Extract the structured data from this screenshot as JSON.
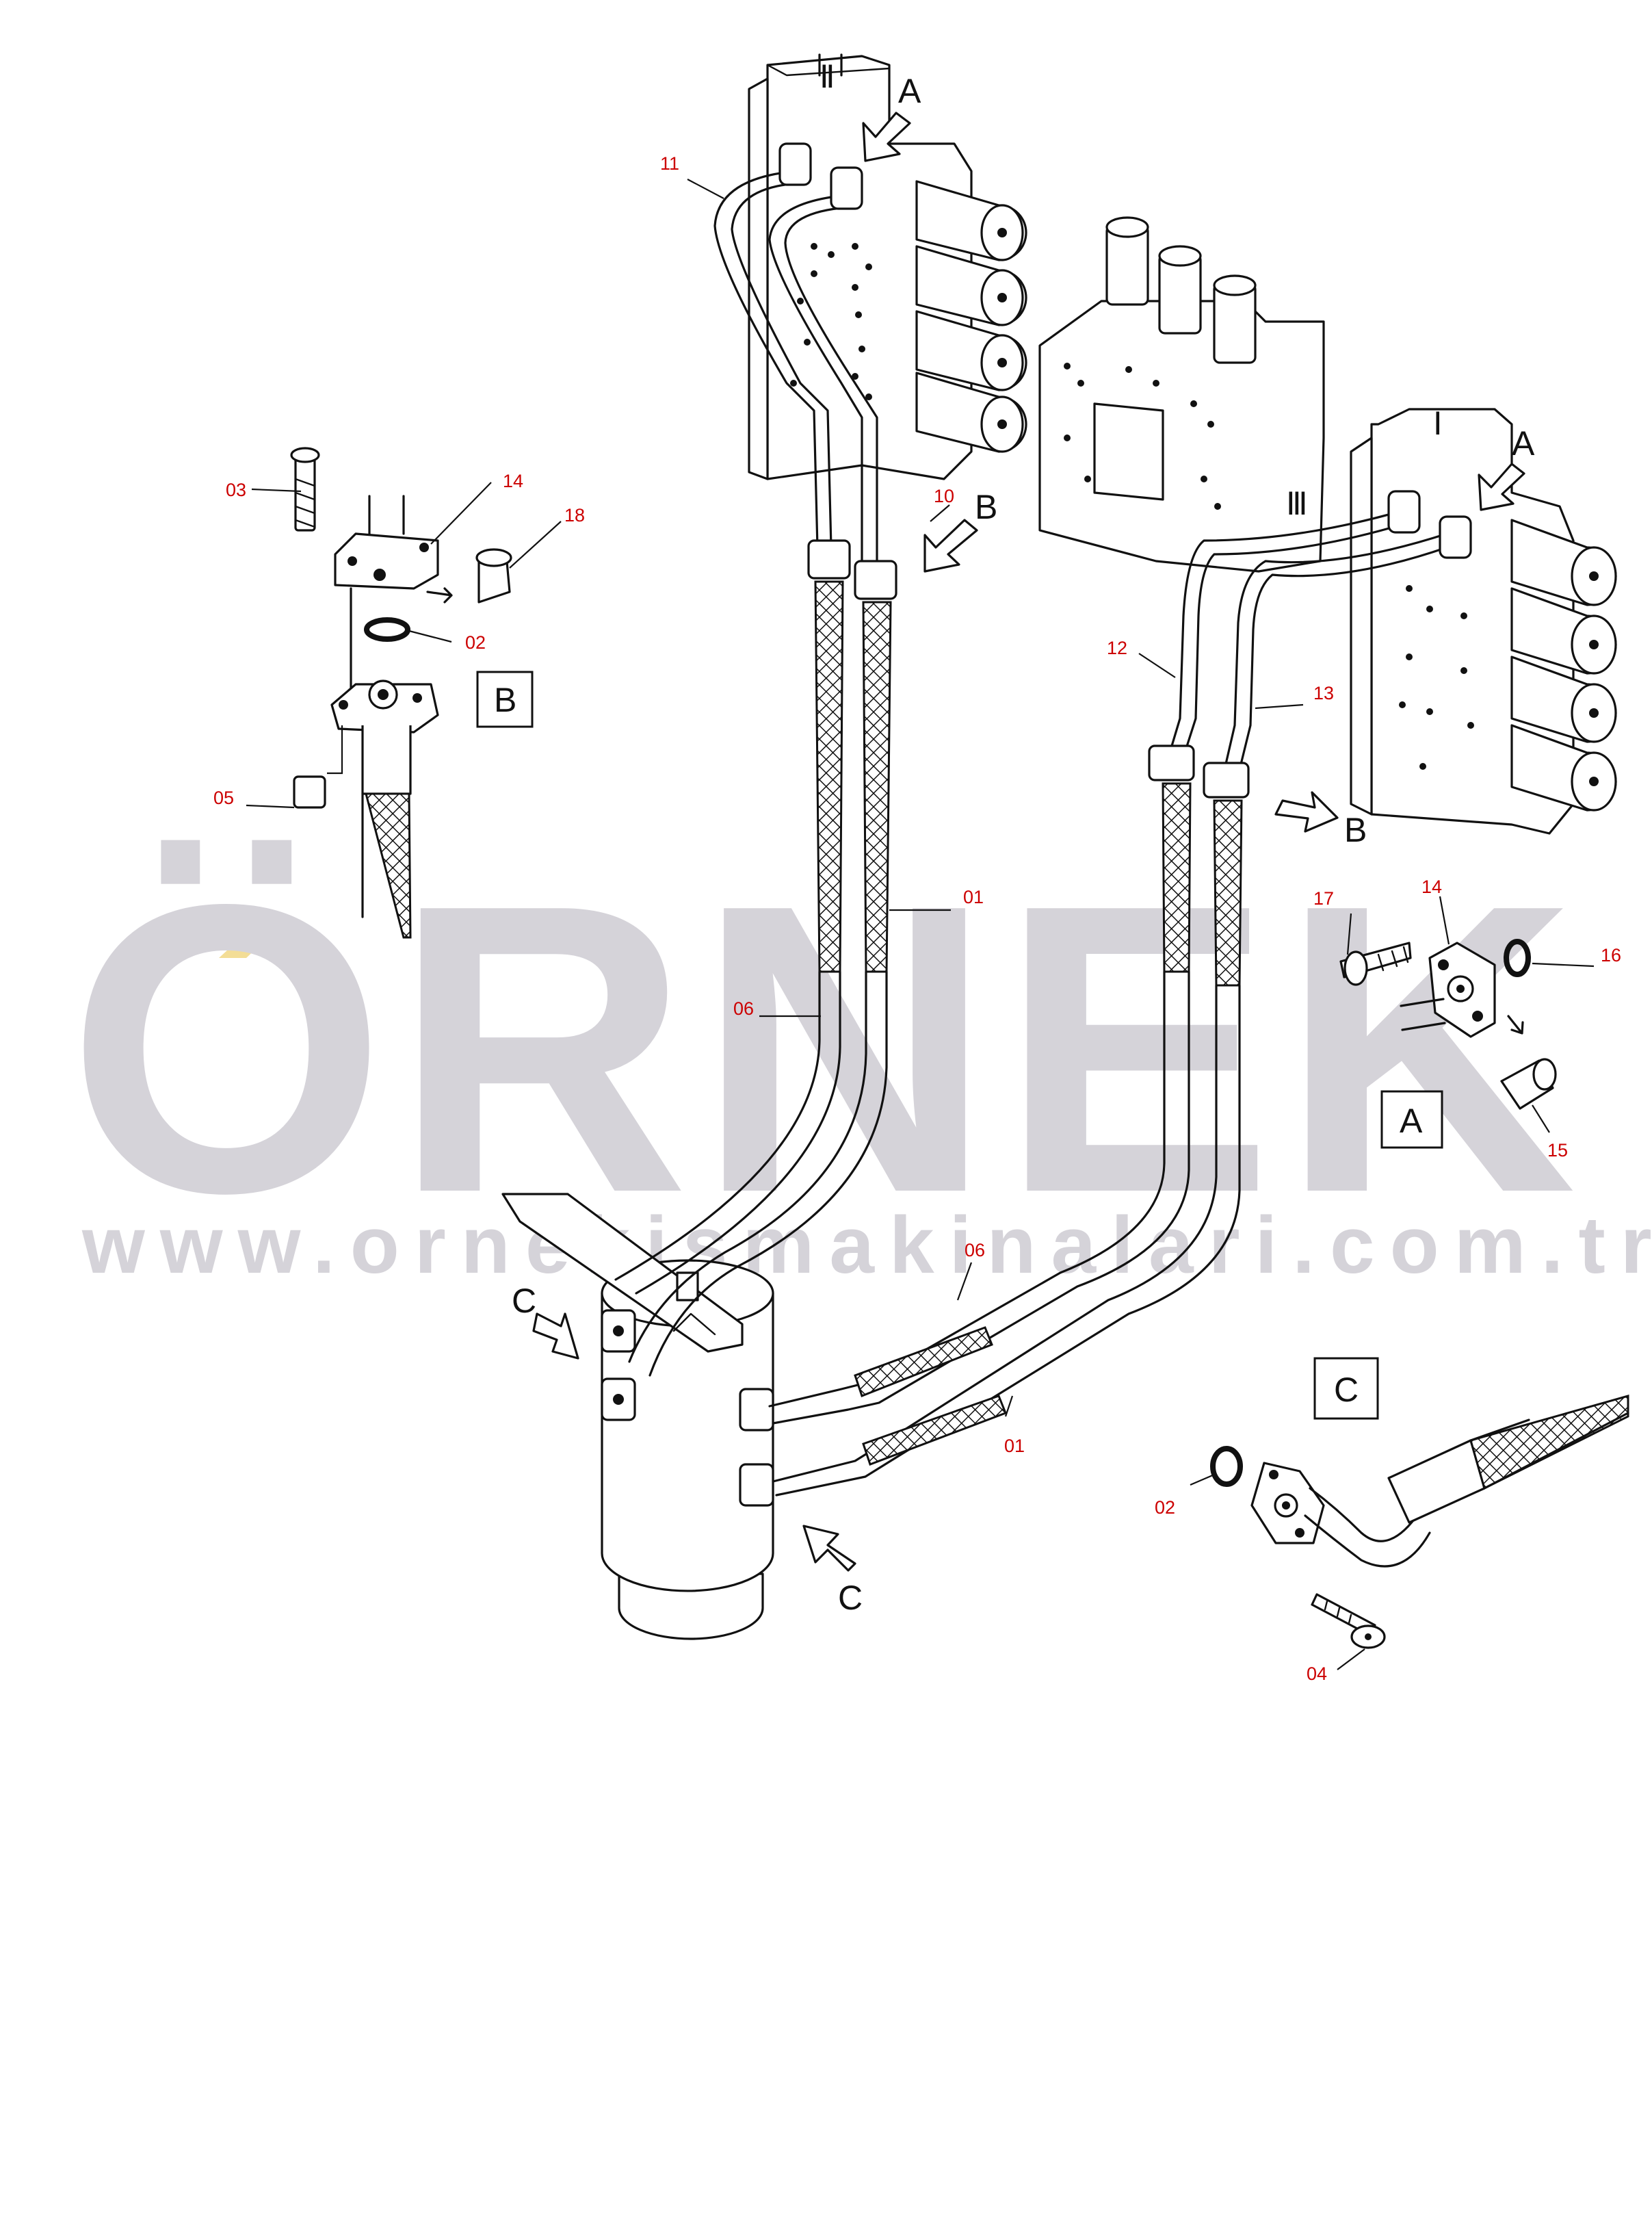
{
  "watermark": {
    "brand": "ÖRNEK",
    "url": "www.ornekismakinalari.com.tr",
    "colors": {
      "text": "#d5d3d9",
      "accent": "#f3dd96"
    }
  },
  "colors": {
    "callout_number": "#cc0000",
    "line": "#111111"
  },
  "valve_blocks": {
    "left": "Ⅱ",
    "middle": "Ⅲ",
    "right": "Ⅰ"
  },
  "view_letters": {
    "a_top": "A",
    "a_right": "A",
    "b_top": "B",
    "b_right": "B",
    "c_left": "C",
    "c_bottom": "C"
  },
  "detail_boxes": {
    "b": "B",
    "a": "A",
    "c": "C"
  },
  "callouts": {
    "n11": "11",
    "n10": "10",
    "n12": "12",
    "n13": "13",
    "n01_upper": "01",
    "n06_upper": "06",
    "n06_lower": "06",
    "n01_lower": "01",
    "b_03": "03",
    "b_14": "14",
    "b_18": "18",
    "b_02": "02",
    "b_05": "05",
    "a_17": "17",
    "a_14": "14",
    "a_16": "16",
    "a_15": "15",
    "c_02": "02",
    "c_04": "04"
  }
}
